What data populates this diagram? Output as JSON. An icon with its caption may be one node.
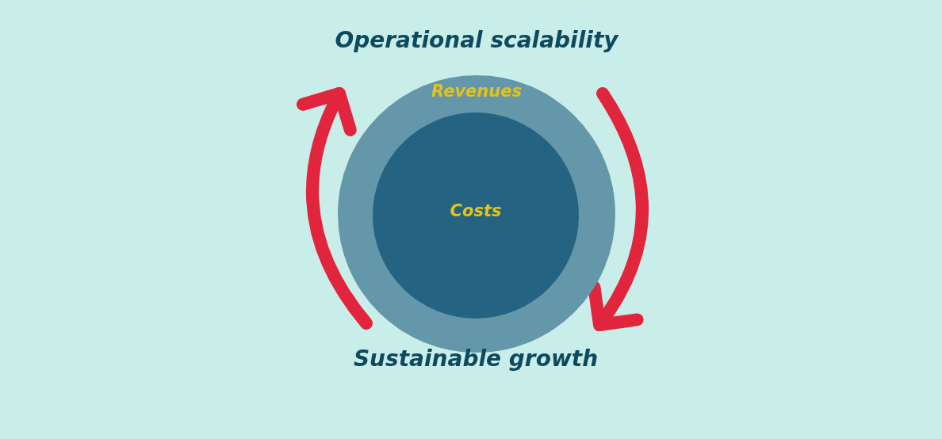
{
  "diagram": {
    "nodes": [
      {
        "text": [
          "Operational scalability"
        ]
      },
      {
        "text": [
          "Revenues"
        ]
      },
      {
        "text": [
          "Costs"
        ],
        "in": 1
      },
      {
        "text": [
          "Sustainable growth"
        ]
      }
    ]
  }
}
